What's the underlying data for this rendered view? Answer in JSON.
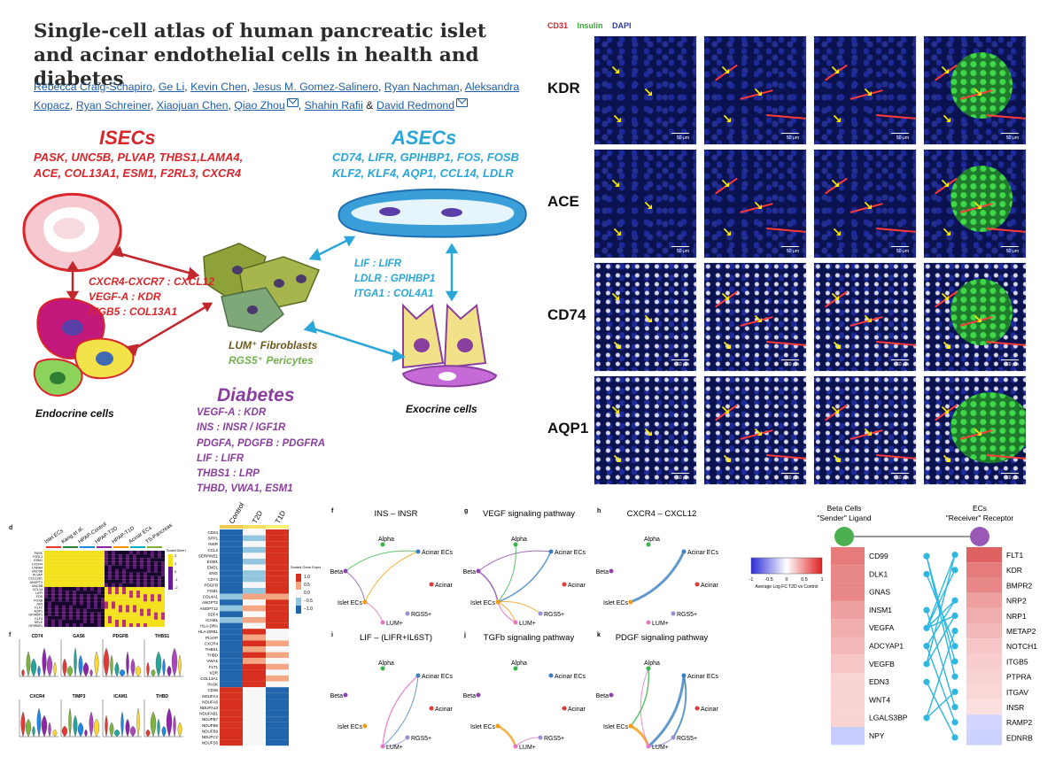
{
  "title": "Single-cell atlas of human pancreatic islet and acinar endothelial cells in health and diabetes",
  "authors": [
    "Rebecca Craig-Schapiro",
    "Ge Li",
    "Kevin Chen",
    "Jesus M. Gomez-Salinero",
    "Ryan Nachman",
    "Aleksandra Kopacz",
    "Ryan Schreiner",
    "Xiaojuan Chen",
    "Qiao Zhou",
    "Shahin Rafii",
    "David Redmond"
  ],
  "author_separator": "&",
  "abstract": {
    "isecs": {
      "title": "ISECs",
      "genes_line1": "PASK, UNC5B, PLVAP, THBS1,LAMA4,",
      "genes_line2": "ACE, COL13A1, ESM1, F2RL3, CXCR4"
    },
    "asecs": {
      "title": "ASECs",
      "genes_line1": "CD74, LIFR, GPIHBP1, FOS, FOSB",
      "genes_line2": "KLF2, KLF4, AQP1, CCL14, LDLR"
    },
    "isec_pairs": [
      "CXCR4-CXCR7 : CXCL12",
      "VEGF-A : KDR",
      "ITGB5 : COL13A1"
    ],
    "asec_pairs": [
      "LIF : LIFR",
      "LDLR : GPIHBP1",
      "ITGA1 : COL4A1"
    ],
    "fibroblasts": "LUM⁺ Fibroblasts",
    "pericytes": "RGS5⁺ Pericytes",
    "endocrine": "Endocrine cells",
    "exocrine": "Exocrine cells",
    "diabetes": {
      "title": "Diabetes",
      "lines": [
        "VEGF-A : KDR",
        "INS : INSR / IGF1R",
        "PDGFA, PDGFB : PDGFRA",
        "LIF : LIFR",
        "THBS1 : LRP",
        "THBD, VWA1, ESM1"
      ]
    }
  },
  "micrograph": {
    "channels": [
      {
        "label": "CD31",
        "color": "#d9262b"
      },
      {
        "label": "Insulin",
        "color": "#3aa63a"
      },
      {
        "label": "DAPI",
        "color": "#2b3a9e"
      }
    ],
    "rows": [
      "KDR",
      "ACE",
      "CD74",
      "AQP1"
    ],
    "scale_label": "50 μm"
  },
  "panel_d": {
    "letter": "d",
    "groups": [
      "Islet ECs",
      "Kang et al.",
      "HPAP-Control",
      "HPAP-T2D",
      "HPAP-T1D",
      "Acinar ECs",
      "TS-Pancreas"
    ],
    "genes": [
      "PASK",
      "F2RL3",
      "ESM1",
      "CXCR4",
      "LAMA4",
      "UNC5B",
      "PLVAP",
      "COL13A1",
      "ANGPT2",
      "UNC5B",
      "CCL14",
      "LIFR",
      "FOS",
      "FOSB",
      "JUN",
      "KLF2",
      "AQP1",
      "GPIHBP1",
      "KLF4",
      "SELE",
      "GPIHBP1"
    ],
    "legend_title": "Scaled Gene Expression",
    "legend_ticks": [
      "2",
      "1",
      "0",
      "-1",
      "-2"
    ]
  },
  "panel_f": {
    "letter": "f",
    "genes": [
      "CD74",
      "GAS6",
      "PDGFB",
      "THBS1",
      "CXCR4",
      "TIMP3",
      "ICAM1",
      "THBD"
    ]
  },
  "heatmap": {
    "columns": [
      "Control",
      "T2D",
      "T1D"
    ],
    "genes": [
      "CD24",
      "SPP1",
      "INSR",
      "CCL2",
      "SERPINE1",
      "ESM1",
      "ENO1",
      "ENG",
      "CD74",
      "PDGFB",
      "FGB1",
      "COL4A1",
      "ANGPT2",
      "ANGPT12",
      "SDF4",
      "ICAM1",
      "HLA-DRA",
      "HLA-DRB1",
      "PLVAP",
      "CXCR4",
      "THBS1",
      "THBD",
      "VWA1",
      "FLT1",
      "KDR",
      "COL13A1",
      "PASK",
      "CD36",
      "NDUFA4",
      "NDUFA6",
      "NDUFA13",
      "NDUFAB1",
      "NDUFB7",
      "NDUFB8",
      "NDUFB9",
      "NDUFC2",
      "NDUFS6"
    ],
    "legend_title": "Scaled Gene Expression",
    "legend_ticks": [
      "1.0",
      "0.5",
      "0.0",
      "−0.5",
      "−1.0"
    ]
  },
  "networks": [
    {
      "letter": "f",
      "title": "INS – INSR"
    },
    {
      "letter": "g",
      "title": "VEGF signaling pathway"
    },
    {
      "letter": "h",
      "title": "CXCR4 – CXCL12"
    },
    {
      "letter": "i",
      "title": "LIF – (LIFR+IL6ST)"
    },
    {
      "letter": "j",
      "title": "TGFb signaling pathway"
    },
    {
      "letter": "k",
      "title": "PDGF signaling pathway"
    }
  ],
  "network_nodes": [
    {
      "label": "Alpha",
      "color": "#39b54a"
    },
    {
      "label": "Acinar ECs",
      "color": "#3a7fc1"
    },
    {
      "label": "Beta",
      "color": "#8e44ad"
    },
    {
      "label": "Acinar",
      "color": "#e53935"
    },
    {
      "label": "Islet ECs",
      "color": "#f39c12"
    },
    {
      "label": "RGS5+",
      "color": "#9b8fd3"
    },
    {
      "label": "LUM+",
      "color": "#e377c2"
    }
  ],
  "ligand_receptor": {
    "colorbar_ticks": [
      "-1",
      "-0.5",
      "0",
      "0.5",
      "1"
    ],
    "colorbar_label": "Average Log FC T2D vs Control",
    "sender": {
      "title": "Beta Cells",
      "subtitle": "\"Sender\" Ligand",
      "color": "#4caf50"
    },
    "receiver": {
      "title": "ECs",
      "subtitle": "\"Receiver\" Receptor",
      "color": "#9b59b6"
    },
    "ligands": [
      "CD99",
      "DLK1",
      "GNAS",
      "INSM1",
      "VEGFA",
      "ADCYAP1",
      "VEGFB",
      "EDN3",
      "WNT4",
      "LGALS3BP",
      "NPY"
    ],
    "ligand_fc": [
      0.45,
      0.4,
      0.4,
      0.3,
      0.25,
      0.2,
      0.15,
      0.1,
      0.1,
      0.1,
      -0.3
    ],
    "receptors": [
      "FLT1",
      "KDR",
      "BMPR2",
      "NRP2",
      "NRP1",
      "METAP2",
      "NOTCH1",
      "ITGB5",
      "PTPRA",
      "ITGAV",
      "INSR",
      "RAMP2",
      "EDNRB"
    ],
    "receptor_fc": [
      0.55,
      0.45,
      0.4,
      0.3,
      0.25,
      0.2,
      0.15,
      0.12,
      0.1,
      0.08,
      0.05,
      -0.2,
      -0.25
    ]
  }
}
